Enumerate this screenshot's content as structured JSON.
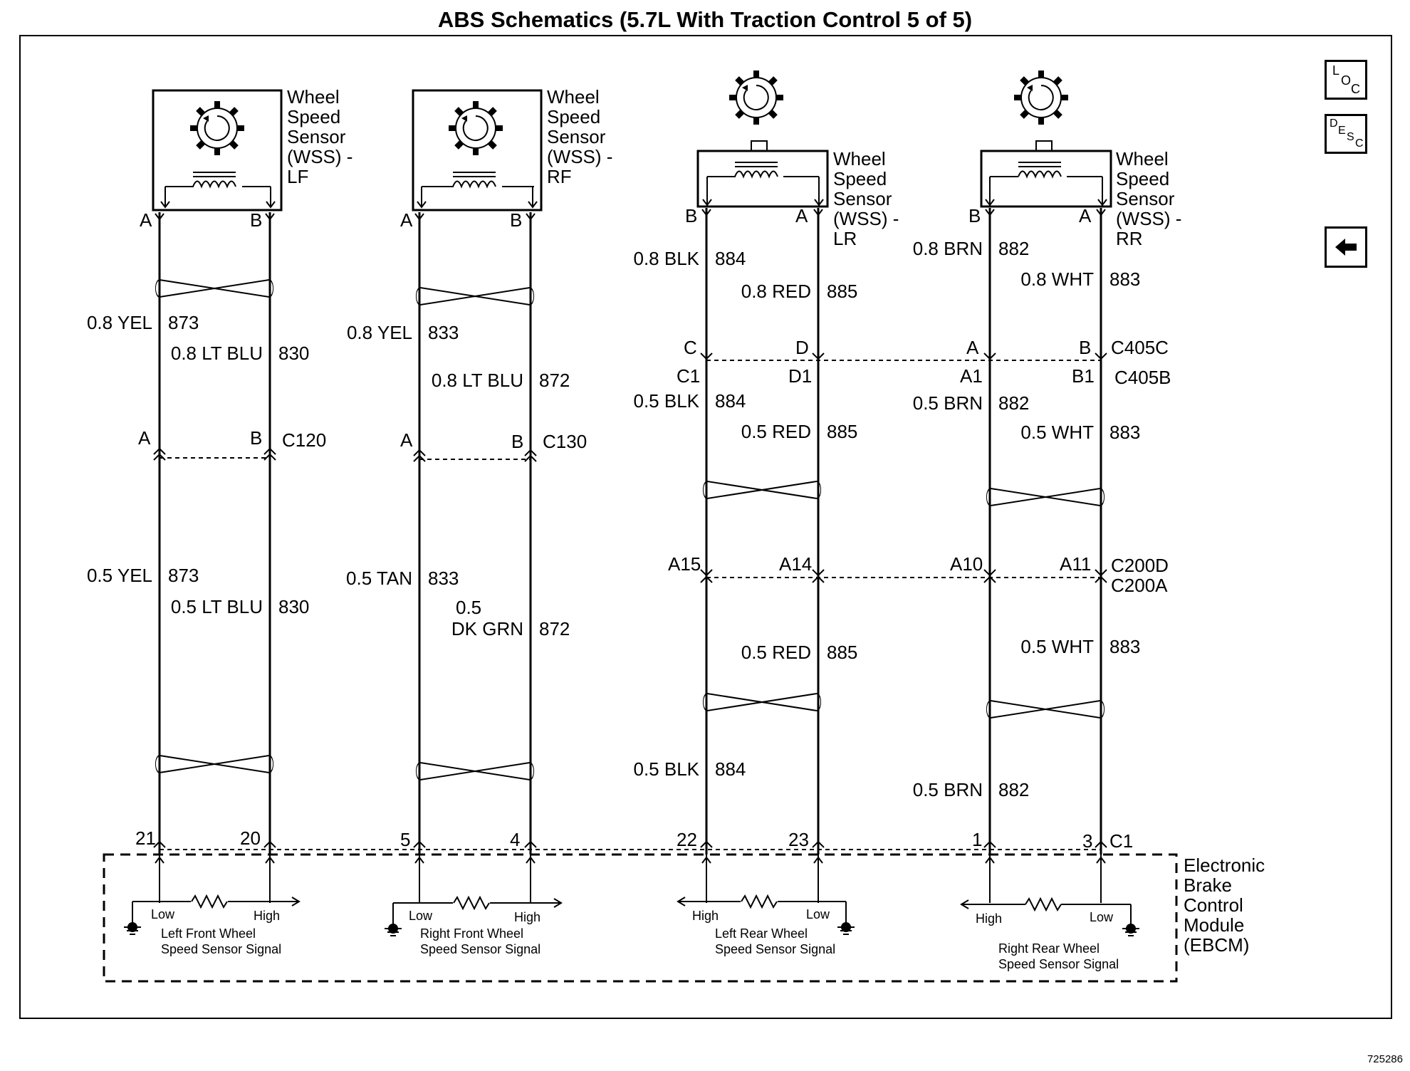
{
  "title": "ABS Schematics (5.7L With Traction Control 5 of 5)",
  "doc_id": "725286",
  "nav": {
    "loc": {
      "a": "L",
      "b": "O",
      "c": "C"
    },
    "desc": {
      "a": "D",
      "b": "E",
      "c": "S",
      "d": "C"
    },
    "back_icon": "left-arrow-icon"
  },
  "sensors": {
    "lf": {
      "lines": [
        "Wheel",
        "Speed",
        "Sensor",
        "(WSS) -",
        "LF"
      ],
      "left_term": "A",
      "right_term": "B"
    },
    "rf": {
      "lines": [
        "Wheel",
        "Speed",
        "Sensor",
        "(WSS) -",
        "RF"
      ],
      "left_term": "A",
      "right_term": "B"
    },
    "lr": {
      "lines": [
        "Wheel",
        "Speed",
        "Sensor",
        "(WSS) -",
        "LR"
      ],
      "left_term": "B",
      "right_term": "A"
    },
    "rr": {
      "lines": [
        "Wheel",
        "Speed",
        "Sensor",
        "(WSS) -",
        "RR"
      ],
      "left_term": "B",
      "right_term": "A"
    }
  },
  "wires": {
    "lf_upper_a": {
      "gauge": "0.8 YEL",
      "circuit": "873"
    },
    "lf_upper_b": {
      "gauge": "0.8 LT BLU",
      "circuit": "830"
    },
    "lf_lower_a": {
      "gauge": "0.5 YEL",
      "circuit": "873"
    },
    "lf_lower_b": {
      "gauge": "0.5 LT BLU",
      "circuit": "830"
    },
    "rf_upper_a": {
      "gauge": "0.8 YEL",
      "circuit": "833"
    },
    "rf_upper_b": {
      "gauge": "0.8 LT BLU",
      "circuit": "872"
    },
    "rf_lower_a": {
      "gauge": "0.5 TAN",
      "circuit": "833"
    },
    "rf_lower_b": {
      "gauge1": "0.5",
      "gauge2": "DK GRN",
      "circuit": "872"
    },
    "lr_upper_b": {
      "gauge": "0.8 BLK",
      "circuit": "884"
    },
    "lr_upper_a": {
      "gauge": "0.8 RED",
      "circuit": "885"
    },
    "lr_mid_b": {
      "gauge": "0.5 BLK",
      "circuit": "884"
    },
    "lr_mid_a": {
      "gauge": "0.5 RED",
      "circuit": "885"
    },
    "lr_low_a": {
      "gauge": "0.5 RED",
      "circuit": "885"
    },
    "lr_low_b": {
      "gauge": "0.5 BLK",
      "circuit": "884"
    },
    "rr_upper_b": {
      "gauge": "0.8 BRN",
      "circuit": "882"
    },
    "rr_upper_a": {
      "gauge": "0.8 WHT",
      "circuit": "883"
    },
    "rr_mid_b": {
      "gauge": "0.5 BRN",
      "circuit": "882"
    },
    "rr_mid_a": {
      "gauge": "0.5 WHT",
      "circuit": "883"
    },
    "rr_low_a": {
      "gauge": "0.5 WHT",
      "circuit": "883"
    },
    "rr_low_b": {
      "gauge": "0.5 BRN",
      "circuit": "882"
    }
  },
  "connectors": {
    "c120": {
      "name": "C120",
      "pin_left": "A",
      "pin_right": "B"
    },
    "c130": {
      "name": "C130",
      "pin_left": "A",
      "pin_right": "B"
    },
    "c405c": {
      "name": "C405C",
      "pins": [
        "C",
        "D",
        "A",
        "B"
      ]
    },
    "c405b": {
      "name": "C405B",
      "pins": [
        "C1",
        "D1",
        "A1",
        "B1"
      ]
    },
    "c200d": {
      "name": "C200D",
      "name2": "C200A",
      "pins": [
        "A15",
        "A14",
        "A10",
        "A11"
      ]
    },
    "c1": {
      "name": "C1",
      "pins": [
        "21",
        "20",
        "5",
        "4",
        "22",
        "23",
        "1",
        "3"
      ]
    }
  },
  "ebcm": {
    "lines": [
      "Electronic",
      "Brake",
      "Control",
      "Module",
      "(EBCM)"
    ],
    "lf": {
      "low": "Low",
      "high": "High",
      "signal1": "Left Front Wheel",
      "signal2": "Speed Sensor Signal"
    },
    "rf": {
      "low": "Low",
      "high": "High",
      "signal1": "Right Front Wheel",
      "signal2": "Speed Sensor Signal"
    },
    "lr": {
      "high": "High",
      "low": "Low",
      "signal1": "Left Rear Wheel",
      "signal2": "Speed Sensor Signal"
    },
    "rr": {
      "high": "High",
      "low": "Low",
      "signal1": "Right Rear Wheel",
      "signal2": "Speed Sensor Signal"
    }
  }
}
